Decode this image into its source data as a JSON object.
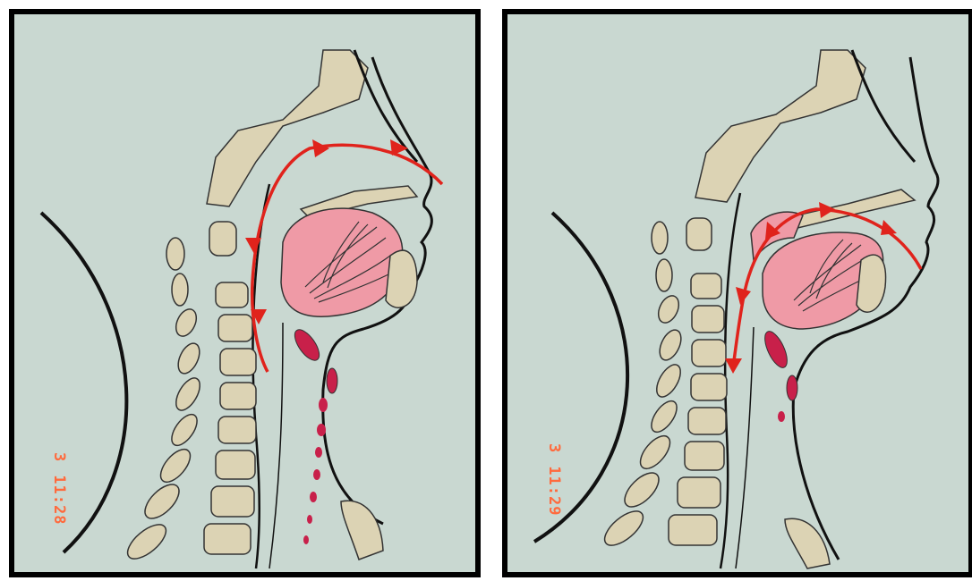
{
  "panels": [
    {
      "id": "left",
      "date_stamp": {
        "month": "3",
        "day_time": "11:28"
      }
    },
    {
      "id": "right",
      "date_stamp": {
        "month": "3",
        "day_time": "11:29"
      }
    }
  ],
  "colors": {
    "background": "#c9d8d1",
    "bone": "#dcd3b4",
    "soft_tissue_pink": "#ef9aa6",
    "cartilage_dark_red": "#c8204a",
    "outline": "#111111",
    "flow_arrow": "#e0231c",
    "date_stamp": "#ff6a3d"
  }
}
